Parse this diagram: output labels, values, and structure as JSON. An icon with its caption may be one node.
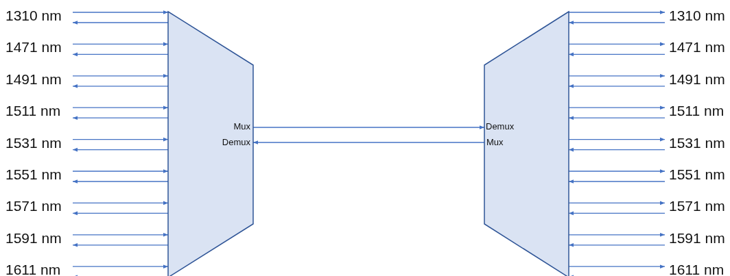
{
  "diagram": {
    "nodes": [
      {
        "text": [
          "1310 nm"
        ]
      },
      {
        "text": [
          "1471 nm"
        ]
      },
      {
        "text": [
          "1491 nm"
        ]
      },
      {
        "text": [
          "1511 nm"
        ]
      },
      {
        "text": [
          "1531 nm"
        ]
      },
      {
        "text": [
          "1551 nm"
        ]
      },
      {
        "text": [
          "1571 nm"
        ]
      },
      {
        "text": [
          "1591 nm"
        ]
      },
      {
        "text": [
          "1611 nm"
        ]
      },
      {
        "text": [
          "Mux",
          "Demux"
        ]
      },
      {
        "text": [
          "Demux",
          "Mux"
        ]
      },
      {
        "text": [
          "1310 nm"
        ]
      },
      {
        "text": [
          "1471 nm"
        ]
      },
      {
        "text": [
          "1491 nm"
        ]
      },
      {
        "text": [
          "1511 nm"
        ]
      },
      {
        "text": [
          "1531 nm"
        ]
      },
      {
        "text": [
          "1551 nm"
        ]
      },
      {
        "text": [
          "1571 nm"
        ]
      },
      {
        "text": [
          "1591 nm"
        ]
      },
      {
        "text": [
          "1611 nm"
        ]
      }
    ],
    "edges": [
      {
        "from": 0,
        "to": 9,
        "arrow": "to"
      },
      {
        "from": 9,
        "to": 0,
        "arrow": "to"
      },
      {
        "from": 1,
        "to": 9,
        "arrow": "to"
      },
      {
        "from": 9,
        "to": 1,
        "arrow": "to"
      },
      {
        "from": 2,
        "to": 9,
        "arrow": "to"
      },
      {
        "from": 9,
        "to": 2,
        "arrow": "to"
      },
      {
        "from": 3,
        "to": 9,
        "arrow": "to"
      },
      {
        "from": 9,
        "to": 3,
        "arrow": "to"
      },
      {
        "from": 4,
        "to": 9,
        "arrow": "to"
      },
      {
        "from": 9,
        "to": 4,
        "arrow": "to"
      },
      {
        "from": 5,
        "to": 9,
        "arrow": "to"
      },
      {
        "from": 9,
        "to": 5,
        "arrow": "to"
      },
      {
        "from": 6,
        "to": 9,
        "arrow": "to"
      },
      {
        "from": 9,
        "to": 6,
        "arrow": "to"
      },
      {
        "from": 7,
        "to": 9,
        "arrow": "to"
      },
      {
        "from": 9,
        "to": 7,
        "arrow": "to"
      },
      {
        "from": 8,
        "to": 9,
        "arrow": "to"
      },
      {
        "from": 9,
        "to": 8,
        "arrow": "to"
      },
      {
        "from": 9,
        "to": 10,
        "arrow": "to"
      },
      {
        "from": 10,
        "to": 9,
        "arrow": "to"
      },
      {
        "from": 10,
        "to": 11,
        "arrow": "to"
      },
      {
        "from": 11,
        "to": 10,
        "arrow": "to"
      },
      {
        "from": 10,
        "to": 12,
        "arrow": "to"
      },
      {
        "from": 12,
        "to": 10,
        "arrow": "to"
      },
      {
        "from": 10,
        "to": 13,
        "arrow": "to"
      },
      {
        "from": 13,
        "to": 10,
        "arrow": "to"
      },
      {
        "from": 10,
        "to": 14,
        "arrow": "to"
      },
      {
        "from": 14,
        "to": 10,
        "arrow": "to"
      },
      {
        "from": 10,
        "to": 15,
        "arrow": "to"
      },
      {
        "from": 15,
        "to": 10,
        "arrow": "to"
      },
      {
        "from": 10,
        "to": 16,
        "arrow": "to"
      },
      {
        "from": 16,
        "to": 10,
        "arrow": "to"
      },
      {
        "from": 10,
        "to": 17,
        "arrow": "to"
      },
      {
        "from": 17,
        "to": 10,
        "arrow": "to"
      },
      {
        "from": 10,
        "to": 18,
        "arrow": "to"
      },
      {
        "from": 18,
        "to": 10,
        "arrow": "to"
      },
      {
        "from": 10,
        "to": 19,
        "arrow": "to"
      },
      {
        "from": 19,
        "to": 10,
        "arrow": "to"
      }
    ]
  }
}
